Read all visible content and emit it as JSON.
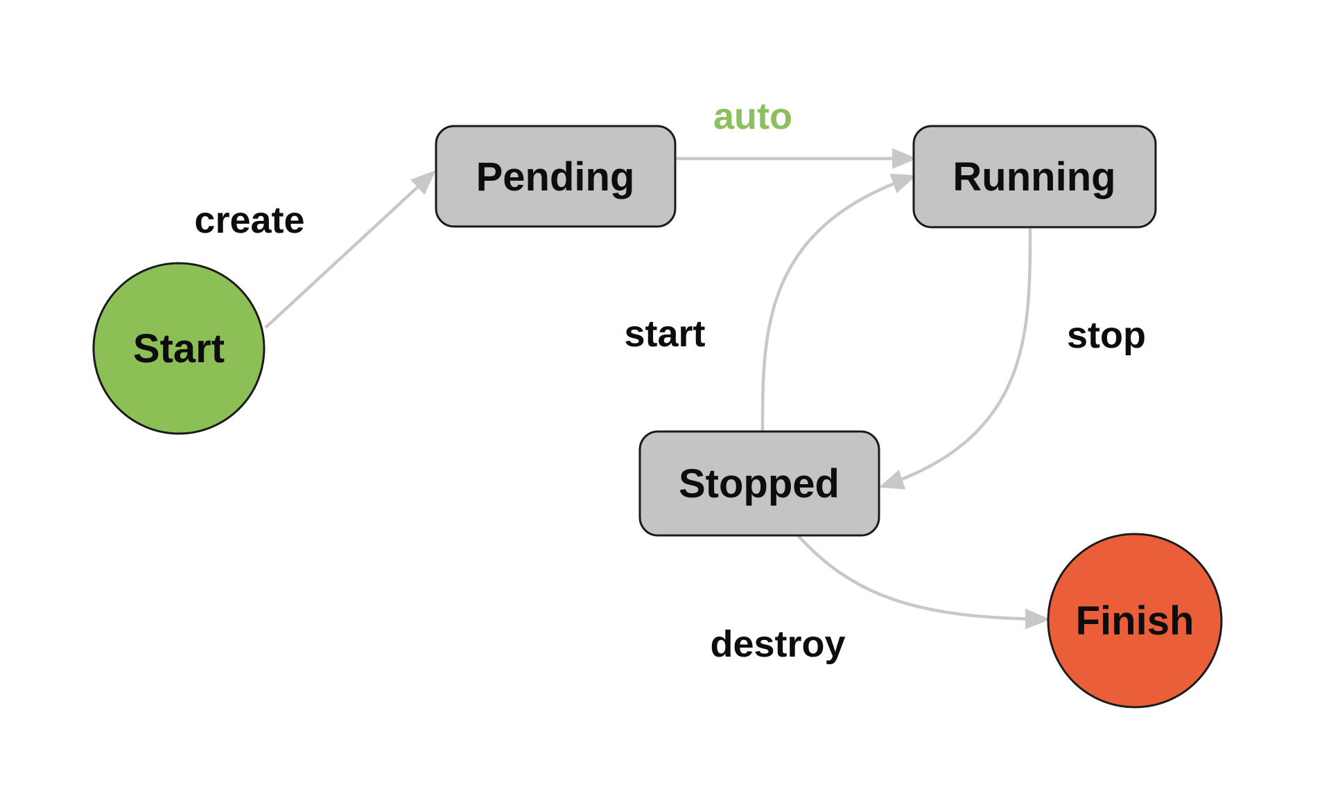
{
  "diagram": {
    "nodes": {
      "start": {
        "label": "Start",
        "shape": "circle"
      },
      "pending": {
        "label": "Pending",
        "shape": "rounded-rect"
      },
      "running": {
        "label": "Running",
        "shape": "rounded-rect"
      },
      "stopped": {
        "label": "Stopped",
        "shape": "rounded-rect"
      },
      "finish": {
        "label": "Finish",
        "shape": "circle"
      }
    },
    "edges": {
      "create": {
        "label": "create",
        "from": "Start",
        "to": "Pending"
      },
      "auto": {
        "label": "auto",
        "from": "Pending",
        "to": "Running"
      },
      "start": {
        "label": "start",
        "from": "Stopped",
        "to": "Running"
      },
      "stop": {
        "label": "stop",
        "from": "Running",
        "to": "Stopped"
      },
      "destroy": {
        "label": "destroy",
        "from": "Stopped",
        "to": "Finish"
      }
    }
  },
  "colors": {
    "start_fill": "#8cc056",
    "finish_fill": "#ea5f3a",
    "state_fill": "#c4c4c4",
    "node_border": "#1a1a1a",
    "edge": "#c8c8c8",
    "text": "#0d0d0d",
    "auto_text": "#8cbf5d"
  }
}
